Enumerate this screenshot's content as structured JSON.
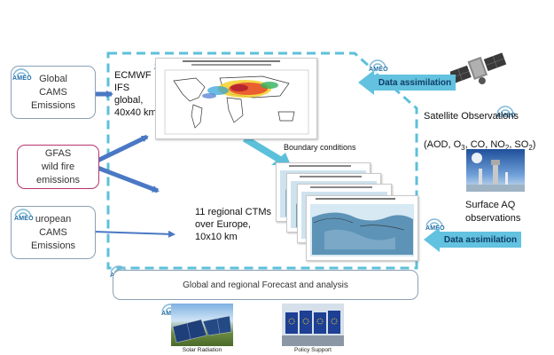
{
  "logo_text": "AMEO",
  "inputs": {
    "global_cams": "Global\nCAMS\nEmissions",
    "gfas": "GFAS\nwild fire\nemissions",
    "european_cams": "uropean\nCAMS\nEmissions"
  },
  "center": {
    "ecmwf": "ECMWF\nIFS\nglobal,\n40x40 km",
    "boundary": "Boundary conditions",
    "regional": "11 regional CTMs\nover Europe,\n10x10 km"
  },
  "satellite": {
    "line1": "Satellite Observations",
    "line2_prefix": "(AOD, O",
    "sub3": "3",
    "co": ", CO, NO",
    "sub2a": "2",
    "so": ", SO",
    "sub2b": "2",
    "close": ")"
  },
  "surface": {
    "line1": "Surface AQ",
    "line2": "observations"
  },
  "data_assimilation": "Data assimilation",
  "forecast": "Global and regional Forecast and analysis",
  "footer": {
    "solar": "Solar Radiation",
    "policy": "Policy Support"
  },
  "colors": {
    "arrow_blue": "#4a78c4",
    "dash_teal": "#5cc0da",
    "da_fill": "#62c2df",
    "gfas_border": "#b8346e"
  }
}
